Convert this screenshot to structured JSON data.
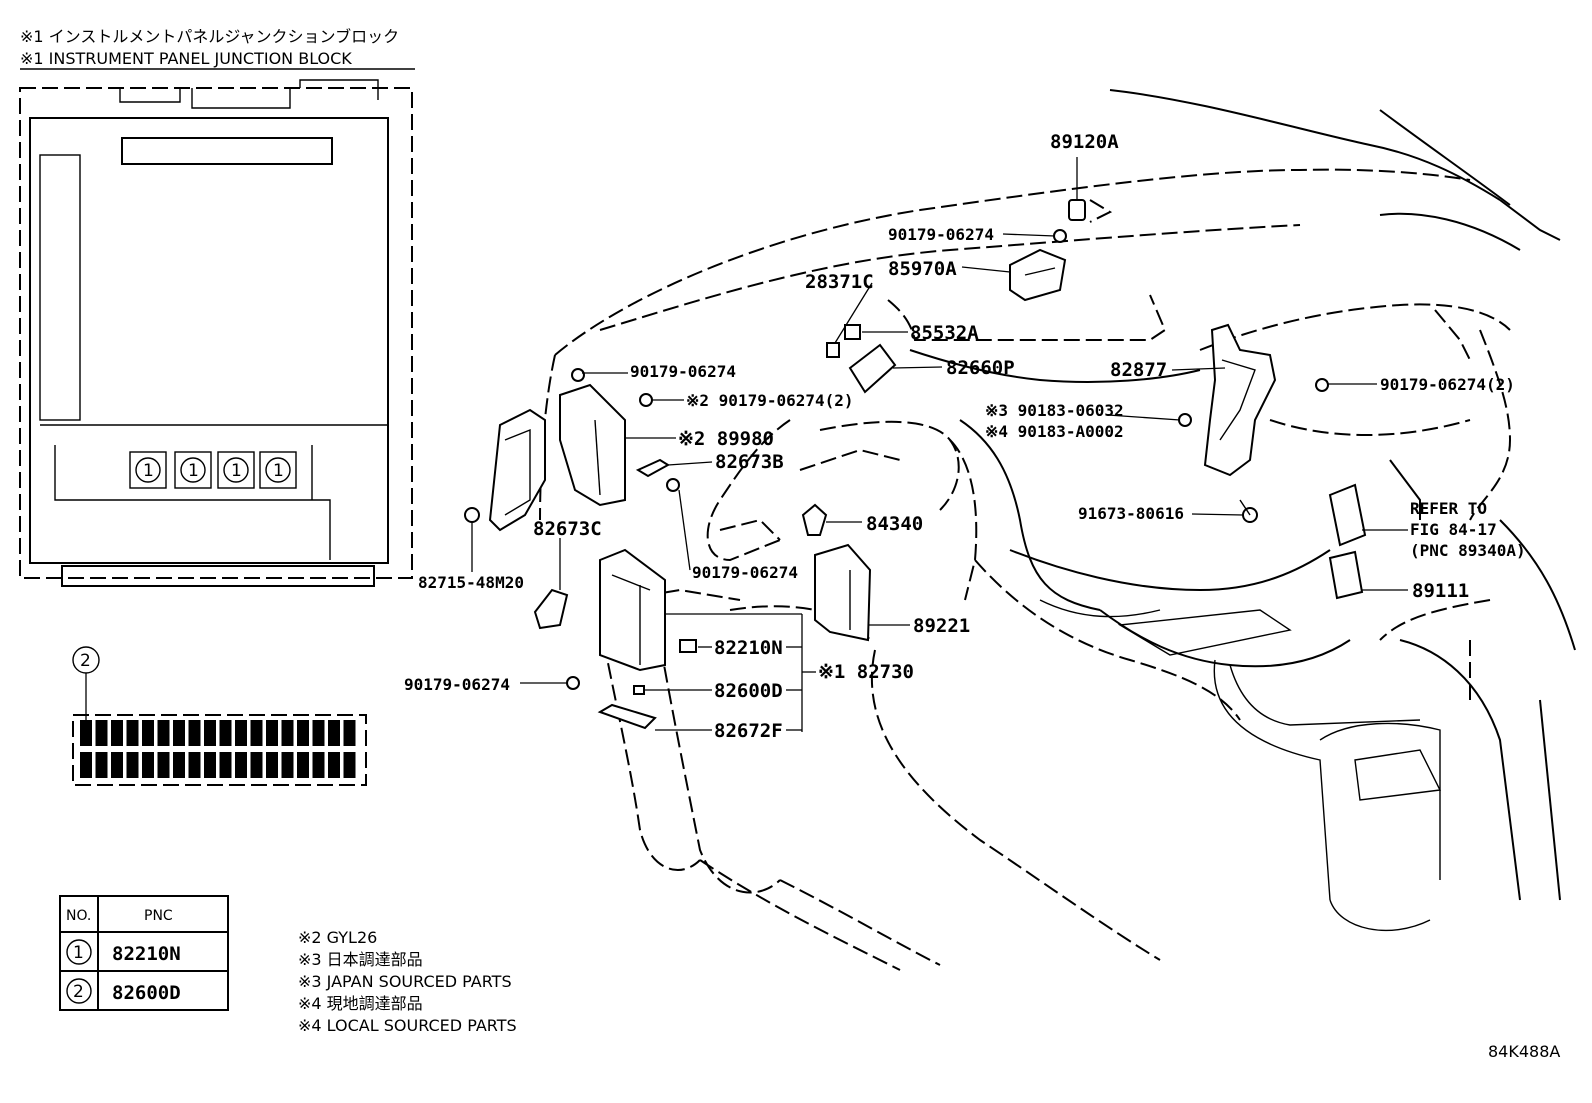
{
  "header": {
    "jp_title": "※1 インストルメントパネルジャンクションブロック",
    "en_title": "※1 INSTRUMENT PANEL JUNCTION BLOCK"
  },
  "callouts": {
    "c1": "1",
    "c2": "2"
  },
  "labels": {
    "p89120A": "89120A",
    "p90179_top": "90179-06274",
    "p85970A": "85970A",
    "p28371C": "28371C",
    "p85532A": "85532A",
    "p82660P": "82660P",
    "p82877": "82877",
    "p90179_right2": "90179-06274(2)",
    "p90179_left": "90179-06274",
    "p90179_m2": "※2 90179-06274(2)",
    "p89980": "※2 89980",
    "p82673B": "82673B",
    "p90183_06032": "※3 90183-06032",
    "p90183_A0002": "※4 90183-A0002",
    "p91673": "91673-80616",
    "p84340": "84340",
    "p82673C": "82673C",
    "p82715": "82715-48M20",
    "p90179_mid": "90179-06274",
    "p89221": "89221",
    "p82210N": "82210N",
    "p82730": "※1 82730",
    "p90179_bottom": "90179-06274",
    "p82600D": "82600D",
    "p82672F": "82672F",
    "refer1": "REFER TO",
    "refer2": "FIG 84-17",
    "refer3": "(PNC 89340A)",
    "p89111": "89111"
  },
  "table": {
    "col_no": "NO.",
    "col_pnc": "PNC",
    "rows": [
      {
        "no": "1",
        "pnc": "82210N"
      },
      {
        "no": "2",
        "pnc": "82600D"
      }
    ]
  },
  "notes": [
    "※2 GYL26",
    "※3 日本調達部品",
    "※3 JAPAN SOURCED PARTS",
    "※4 現地調達部品",
    "※4 LOCAL SOURCED PARTS"
  ],
  "figure_code": "84K488A"
}
